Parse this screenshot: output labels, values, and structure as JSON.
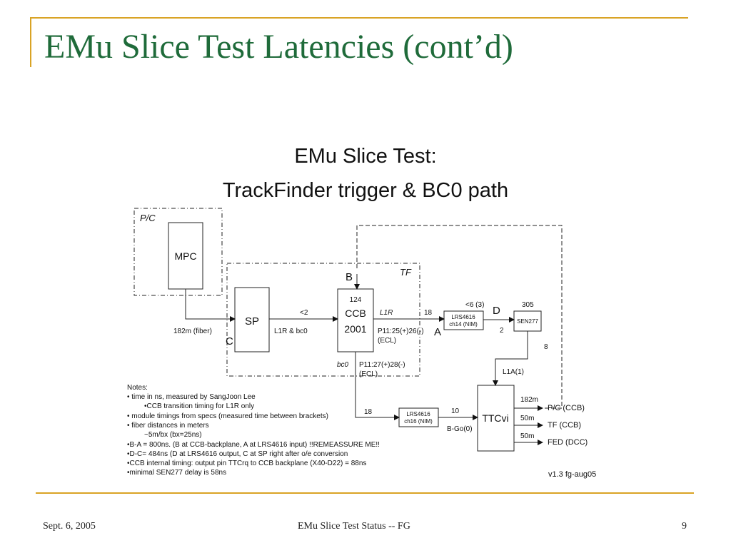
{
  "slide": {
    "title": "EMu Slice Test Latencies (cont’d)",
    "footer_left": "Sept. 6, 2005",
    "footer_center": "EMu Slice Test Status -- FG",
    "footer_right": "9"
  },
  "diagram": {
    "title_line1": "EMu Slice Test:",
    "title_line2": "TrackFinder trigger & BC0 path",
    "group_pc": "P/C",
    "group_tf": "TF",
    "box_mpc": "MPC",
    "box_sp": "SP",
    "box_ccb_1": "CCB",
    "box_ccb_2": "2001",
    "box_lrs_top_1": "LRS4616",
    "box_lrs_top_2": "ch14 (NIM)",
    "box_sen": "SEN277",
    "box_lrs_bot_1": "LRS4616",
    "box_lrs_bot_2": "ch16 (NIM)",
    "box_ttcvi": "TTCvi",
    "pt_a": "A",
    "pt_b": "B",
    "pt_c": "C",
    "pt_d": "D",
    "lbl_182m_fiber": "182m (fiber)",
    "lbl_lt2": "<2",
    "lbl_l1r_bc0": "L1R & bc0",
    "lbl_124": "124",
    "lbl_l1r": "L1R",
    "lbl_p11_25": "P11:25(+)26(-)",
    "lbl_ecl1": "(ECL)",
    "lbl_18_top": "18",
    "lbl_lt6": "<6 (3)",
    "lbl_2": "2",
    "lbl_305": "305",
    "lbl_8": "8",
    "lbl_l1a": "L1A(1)",
    "lbl_bc0": "bc0",
    "lbl_p11_27": "P11:27(+)28(-)",
    "lbl_ecl2": "(ECL)",
    "lbl_18_bot": "18",
    "lbl_10": "10",
    "lbl_bgo": "B-Go(0)",
    "out_182m": "182m",
    "out_pc": "P/C (CCB)",
    "out_50m_1": "50m",
    "out_tf": "TF (CCB)",
    "out_50m_2": "50m",
    "out_fed": "FED (DCC)",
    "version": "v1.3 fg-aug05",
    "notes": [
      "Notes:",
      "• time in ns, measured by SangJoon Lee",
      "•CCB transition timing for L1R only",
      "• module timings from specs (measured time between brackets)",
      "• fiber distances in meters",
      "~5m/bx (bx=25ns)",
      "•B-A = 800ns. (B at CCB-backplane, A at LRS4616 input) !!REMEASSURE ME!!",
      "•D-C= 484ns (D at LRS4616 output, C at SP right after o/e conversion",
      "•CCB internal timing: output pin TTCrq to CCB backplane (X40-D22) = 88ns",
      "•minimal SEN277 delay is 58ns"
    ]
  },
  "colors": {
    "title_green": "#1f6b3a",
    "accent_gold": "#d9a325"
  }
}
